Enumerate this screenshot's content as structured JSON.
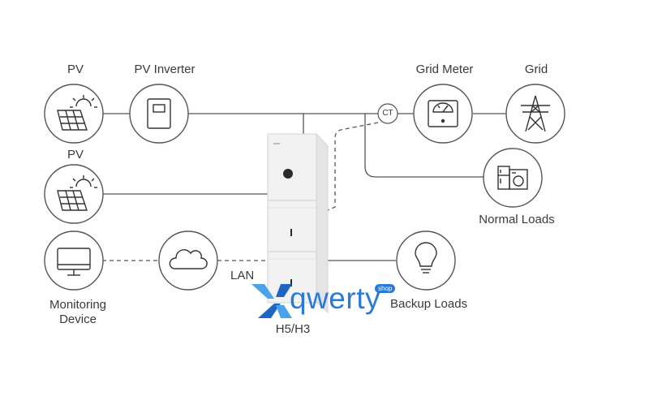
{
  "nodes": {
    "pv_top": "PV",
    "pv_inverter": "PV Inverter",
    "grid_meter": "Grid Meter",
    "grid": "Grid",
    "pv_mid": "PV",
    "normal_loads": "Normal Loads",
    "monitoring_device": "Monitoring\nDevice",
    "lan": "LAN",
    "backup_loads": "Backup Loads",
    "inverter_model": "H5/H3",
    "ct": "CT"
  },
  "watermark": {
    "brand": "qwerty",
    "badge": "shop"
  },
  "icons": {
    "pv_top": "solar-panel-icon",
    "pv_inverter": "inverter-icon",
    "ct": "current-transformer",
    "grid_meter": "meter-icon",
    "grid": "pylon-icon",
    "pv_mid": "solar-panel-icon",
    "normal_loads": "appliances-icon",
    "monitoring": "monitor-icon",
    "cloud": "cloud-icon",
    "backup_loads": "bulb-icon"
  },
  "colors": {
    "line": "#555555",
    "text": "#3a3a3a",
    "watermark": "#2d7ad6",
    "cabinet": "#f3f3f3"
  }
}
